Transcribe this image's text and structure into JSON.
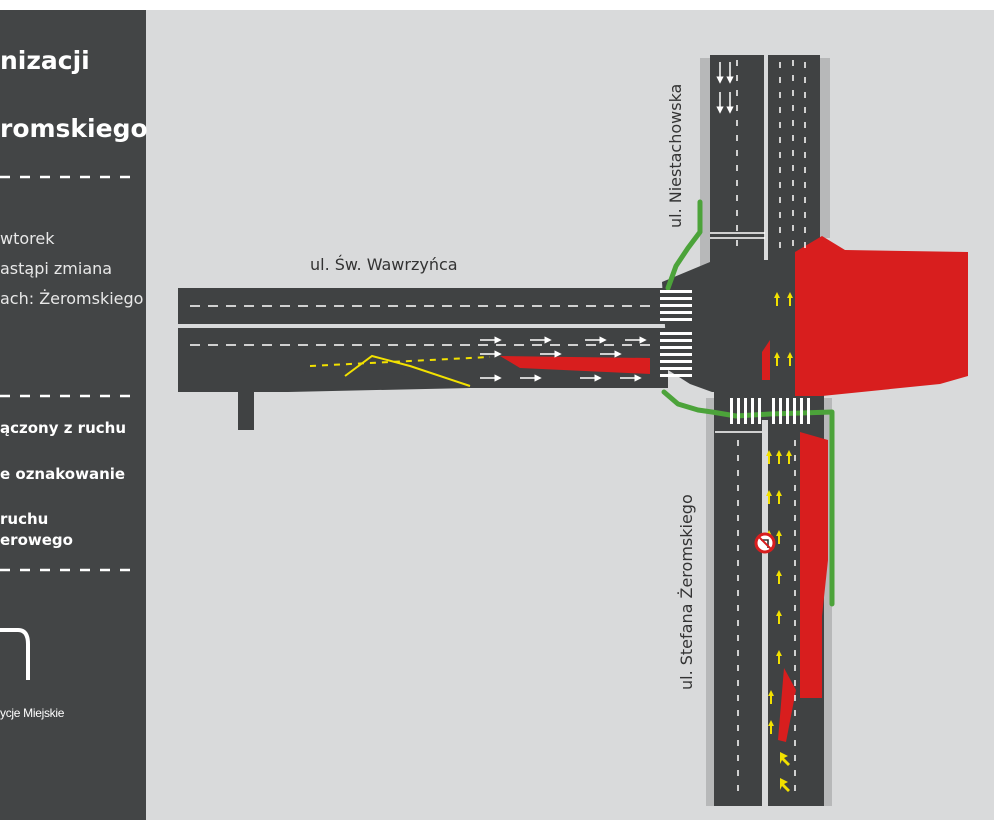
{
  "panel": {
    "title_line1": "nizacji",
    "title_line2": "romskiego",
    "body_line1": "wtorek",
    "body_line2": "astąpi zmiana",
    "body_line3": "ach: Żeromskiego",
    "legend_item1": "ączony z ruchu",
    "legend_item2": "e oznakowanie",
    "legend_item3_line1": "ruchu",
    "legend_item3_line2": "erowego",
    "logo_text": "ycje Miejskie"
  },
  "streets": {
    "east_west": "ul. Św. Wawrzyńca",
    "north": "ul. Niestachowska",
    "south": "ul. Stefana Żeromskiego"
  },
  "colors": {
    "panel": "#434546",
    "background": "#d9dadb",
    "asphalt": "#404243",
    "closed_area": "#d81e1e",
    "bike_path": "#4ca33a",
    "new_marking": "#f2e100"
  },
  "signs": {
    "no_left_turn": "no-left-turn-sign-icon"
  }
}
